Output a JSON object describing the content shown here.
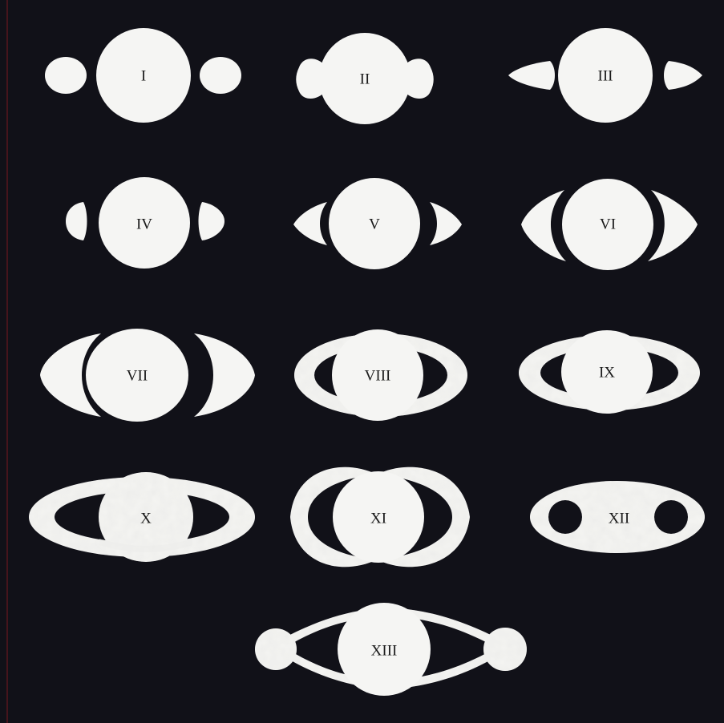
{
  "colors": {
    "background": "#111118",
    "body": "#f5f5f3",
    "ring_shade": "#ececea",
    "label": "#1a1a1a",
    "page": "#ffffff"
  },
  "figures": [
    {
      "label": "I"
    },
    {
      "label": "II"
    },
    {
      "label": "III"
    },
    {
      "label": "IV"
    },
    {
      "label": "V"
    },
    {
      "label": "VI"
    },
    {
      "label": "VII"
    },
    {
      "label": "VIII"
    },
    {
      "label": "IX"
    },
    {
      "label": "X"
    },
    {
      "label": "XI"
    },
    {
      "label": "XII"
    },
    {
      "label": "XIII"
    }
  ]
}
